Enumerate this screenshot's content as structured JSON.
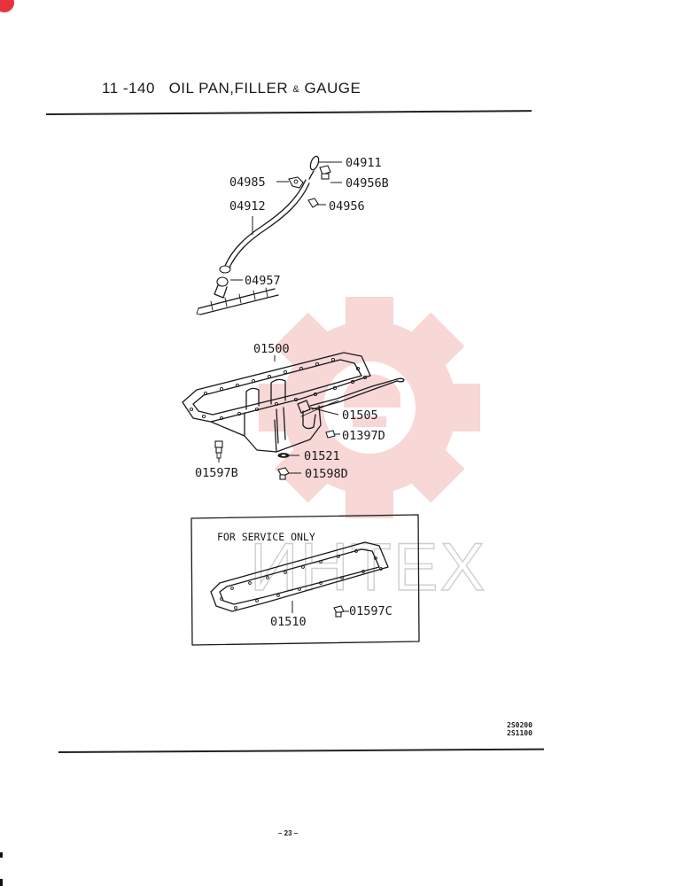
{
  "header": {
    "section": "11 -140",
    "title_main": "OIL PAN,FILLER",
    "title_amp": "&",
    "title_end": "GAUGE"
  },
  "diagram": {
    "parts": {
      "p04911": "04911",
      "p04985": "04985",
      "p04956B": "04956B",
      "p04912": "04912",
      "p04956": "04956",
      "p04957": "04957",
      "p01500": "01500",
      "p01505": "01505",
      "p01397D": "01397D",
      "p01521": "01521",
      "p01597B": "01597B",
      "p01598D": "01598D",
      "p01510": "01510",
      "p01597C": "01597C"
    },
    "service_note": "FOR SERVICE ONLY"
  },
  "watermark": {
    "text": "ИНТЕХ",
    "color": "#f4b8b8"
  },
  "footer": {
    "codes": [
      "2S0200",
      "2S1100"
    ],
    "page_number": "– 23 –"
  },
  "colors": {
    "ink": "#1a1a1a",
    "rule": "#222222",
    "corner_mark": "#e8323c"
  }
}
